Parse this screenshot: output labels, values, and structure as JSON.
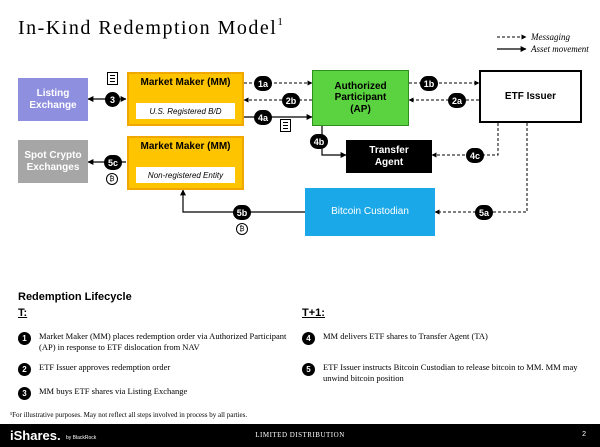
{
  "title": "In-Kind Redemption Model",
  "title_sup": "1",
  "legend": {
    "messaging": "Messaging",
    "asset_movement": "Asset movement"
  },
  "nodes": {
    "listing_exchange": "Listing\nExchange",
    "spot_crypto_exchanges": "Spot Crypto\nExchanges",
    "mm1_title": "Market Maker (MM)",
    "mm1_sub": "U.S. Registered B/D",
    "mm2_title": "Market Maker (MM)",
    "mm2_sub": "Non-registered Entity",
    "authorized_participant": "Authorized\nParticipant\n(AP)",
    "etf_issuer": "ETF Issuer",
    "transfer_agent": "Transfer\nAgent",
    "bitcoin_custodian": "Bitcoin Custodian"
  },
  "badges": {
    "b1a": "1a",
    "b1b": "1b",
    "b2a": "2a",
    "b2b": "2b",
    "b3": "3",
    "b4a": "4a",
    "b4b": "4b",
    "b4c": "4c",
    "b5a": "5a",
    "b5b": "5b",
    "b5c": "5c"
  },
  "icons": {
    "document": "document-icon",
    "bitcoin": "bitcoin-icon",
    "btc_symbol": "₿"
  },
  "colors": {
    "exchange_gray": "#a6a6a6",
    "listing_purple": "#8f8fe0",
    "market_maker_yellow": "#ffc400",
    "ap_green": "#5bd23f",
    "custodian_blue": "#1ba8e8"
  },
  "lifecycle": {
    "heading": "Redemption Lifecycle",
    "t_label": "T:",
    "t1_label": "T+1:",
    "steps": [
      {
        "num": "1",
        "text": "Market Maker (MM) places redemption order via Authorized Participant (AP) in response to ETF dislocation from NAV"
      },
      {
        "num": "2",
        "text": "ETF Issuer approves redemption order"
      },
      {
        "num": "3",
        "text": "MM buys ETF shares via Listing Exchange"
      },
      {
        "num": "4",
        "text": "MM delivers ETF shares to Transfer Agent (TA)"
      },
      {
        "num": "5",
        "text": "ETF Issuer instructs Bitcoin Custodian to release bitcoin to MM. MM may unwind bitcoin position"
      }
    ]
  },
  "footnote": "¹For illustrative purposes. May not reflect all steps involved in process by all parties.",
  "footer": {
    "brand": "iShares.",
    "brand_sub": "by BlackRock",
    "center": "LIMITED DISTRIBUTION",
    "page": "2"
  }
}
